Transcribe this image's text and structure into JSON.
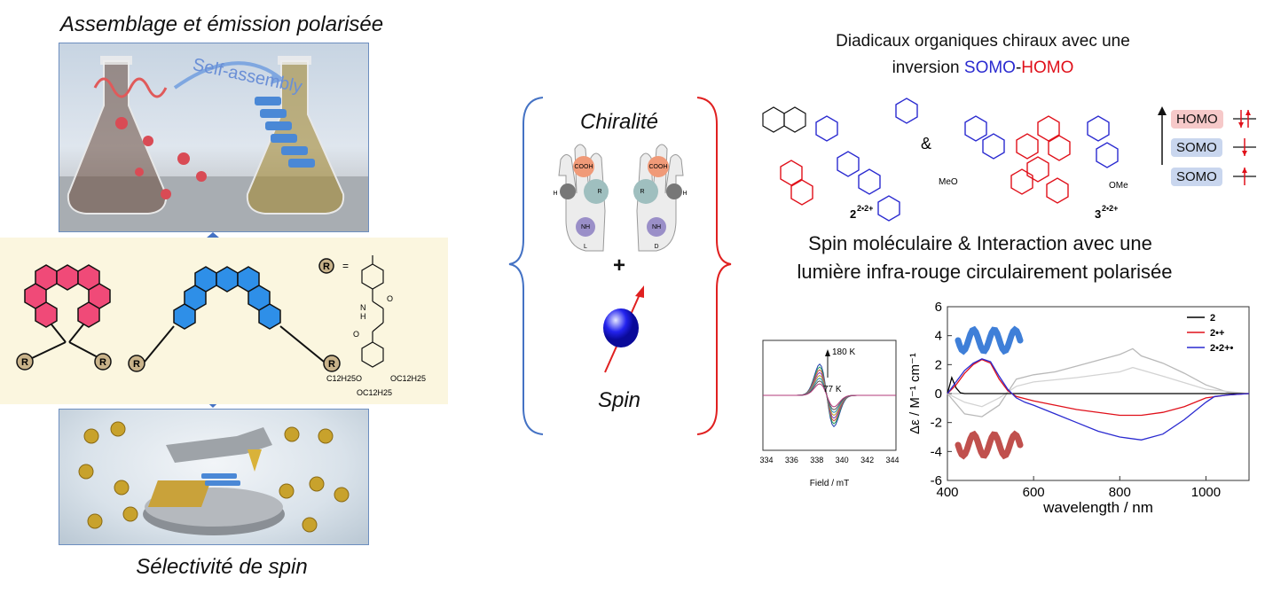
{
  "left": {
    "top_caption": "Assemblage et émission polarisée",
    "bottom_caption": "Sélectivité de spin",
    "photo_text": "Self-assembly",
    "r_label": "R",
    "r_eq": "=",
    "r_groups": [
      "C12H25O",
      "OC12H25",
      "OC12H25"
    ],
    "r_atoms": [
      "O",
      "N",
      "H",
      "O"
    ]
  },
  "middle": {
    "chirality": "Chiralité",
    "plus": "+",
    "spin": "Spin",
    "hand_labels": [
      "COOH",
      "R",
      "H",
      "NH",
      "L",
      "COOH",
      "R",
      "H",
      "NH",
      "D"
    ]
  },
  "right": {
    "title_line1": "Diadicaux organiques chiraux avec une",
    "title_line2_prefix": "inversion ",
    "somo": "SOMO",
    "dash": "-",
    "homo": "HOMO",
    "compound1": "2",
    "compound1_sup": "2•2+",
    "amp": "&",
    "compound2": "3",
    "compound2_sup": "2•2+",
    "meo": "MeO",
    "ome": "OMe",
    "orbitals": [
      "HOMO",
      "SOMO",
      "SOMO"
    ],
    "subtitle_line1": "Spin moléculaire & Interaction avec une",
    "subtitle_line2": "lumière infra-rouge circulairement polarisée",
    "colors": {
      "blue": "#2a2ad0",
      "red": "#e0101a",
      "homo_bg": "#f6c9c9",
      "somo_bg": "#c9d6ee"
    }
  },
  "epr": {
    "top_label": "180 K",
    "bottom_label": "77 K",
    "xticks": [
      "334",
      "336",
      "338",
      "340",
      "342",
      "344"
    ],
    "xlabel": "Field / mT"
  },
  "chart_data": {
    "type": "line",
    "xlabel": "wavelength / nm",
    "ylabel": "Δε / M⁻¹ cm⁻¹",
    "xlim": [
      400,
      1100
    ],
    "ylim": [
      -6,
      6
    ],
    "xticks": [
      "400",
      "600",
      "800",
      "1000"
    ],
    "yticks": [
      "-6",
      "-4",
      "-2",
      "0",
      "2",
      "4",
      "6"
    ],
    "legend_position": "top-right",
    "series": [
      {
        "name": "2",
        "color": "#000000",
        "x": [
          400,
          410,
          420,
          430,
          440,
          500,
          600,
          700,
          800,
          900,
          1000,
          1100
        ],
        "y": [
          0,
          1.1,
          0.4,
          0.05,
          0,
          0,
          0,
          0,
          0,
          0,
          0,
          0
        ]
      },
      {
        "name": "2•+",
        "color": "#e0101a",
        "x": [
          400,
          420,
          440,
          460,
          480,
          500,
          520,
          540,
          560,
          600,
          700,
          800,
          850,
          900,
          950,
          1000,
          1050,
          1100
        ],
        "y": [
          0,
          0.6,
          1.4,
          2.0,
          2.35,
          2.1,
          1.0,
          0.2,
          -0.2,
          -0.5,
          -1.1,
          -1.5,
          -1.5,
          -1.3,
          -0.9,
          -0.3,
          -0.1,
          0
        ]
      },
      {
        "name": "2•2+•",
        "color": "#2a2ad0",
        "x": [
          400,
          420,
          440,
          460,
          480,
          500,
          520,
          540,
          560,
          580,
          600,
          650,
          700,
          750,
          800,
          850,
          900,
          950,
          1000,
          1020,
          1050,
          1100
        ],
        "y": [
          0,
          0.8,
          1.6,
          2.1,
          2.4,
          2.2,
          1.2,
          0.3,
          -0.3,
          -0.6,
          -0.8,
          -1.4,
          -2.0,
          -2.6,
          -3.0,
          -3.2,
          -2.8,
          -1.8,
          -0.6,
          -0.2,
          -0.1,
          0
        ]
      },
      {
        "name": "",
        "color": "#b9b9b9",
        "x": [
          400,
          440,
          480,
          520,
          560,
          600,
          650,
          700,
          750,
          800,
          830,
          850,
          900,
          950,
          1000,
          1050,
          1100
        ],
        "y": [
          0,
          -1.4,
          -1.6,
          -0.8,
          1.0,
          1.3,
          1.5,
          1.9,
          2.3,
          2.7,
          3.1,
          2.6,
          2.1,
          1.4,
          0.6,
          0.1,
          0
        ]
      },
      {
        "name": "",
        "color": "#d3d3d3",
        "x": [
          400,
          440,
          480,
          520,
          560,
          600,
          700,
          800,
          830,
          900,
          1000,
          1100
        ],
        "y": [
          0,
          -0.6,
          -0.9,
          -0.3,
          0.5,
          0.8,
          1.1,
          1.5,
          1.8,
          1.2,
          0.3,
          0
        ]
      }
    ]
  }
}
